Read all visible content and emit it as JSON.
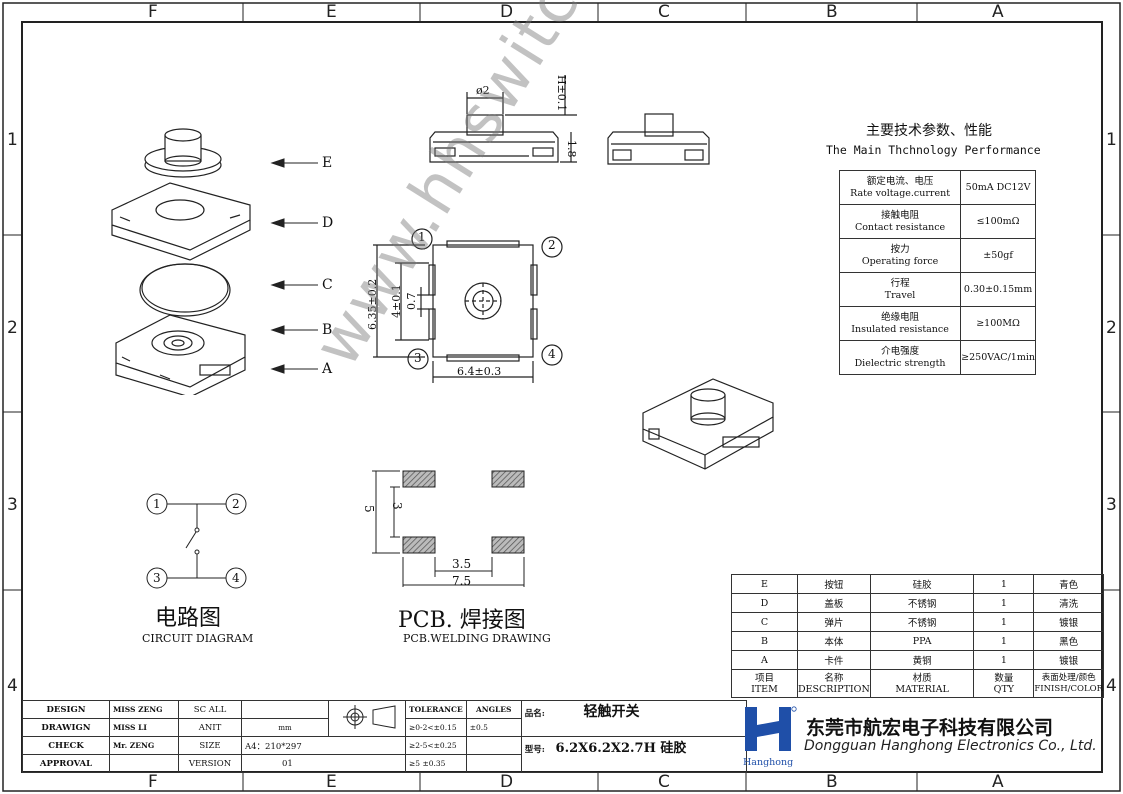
{
  "border": {
    "columns": [
      "F",
      "E",
      "D",
      "C",
      "B",
      "A"
    ],
    "rows": [
      "1",
      "2",
      "3",
      "4"
    ]
  },
  "exploded_view": {
    "labels": [
      "E",
      "D",
      "C",
      "B",
      "A"
    ]
  },
  "top_views": {
    "dia_label": "ø2",
    "height_label": "H±0.1",
    "base_height_label": "1.8"
  },
  "footprint_view": {
    "pin_labels": [
      "1",
      "2",
      "3",
      "4"
    ],
    "height_outer": "6.35±0.2",
    "height_inner": "4±0.1",
    "gap": "0.7",
    "width": "6.4±0.3"
  },
  "pcb": {
    "dim_5": "5",
    "dim_3": "3",
    "dim_35": "3.5",
    "dim_75": "7.5",
    "title_cn": "PCB. 焊接图",
    "title_en": "PCB.WELDING DRAWING"
  },
  "circuit": {
    "pins": [
      "1",
      "2",
      "3",
      "4"
    ],
    "title_cn": "电路图",
    "title_en": "CIRCUIT DIAGRAM"
  },
  "watermark": "www.hhswitch.com",
  "spec": {
    "title_cn": "主要技术参数、性能",
    "title_en": "The Main Thchnology Performance",
    "rows": [
      {
        "cn": "额定电流、电压",
        "en": "Rate voltage.current",
        "value": "50mA DC12V"
      },
      {
        "cn": "接触电阻",
        "en": "Contact resistance",
        "value": "≤100mΩ"
      },
      {
        "cn": "按力",
        "en": "Operating force",
        "value": "±50gf"
      },
      {
        "cn": "行程",
        "en": "Travel",
        "value": "0.30±0.15mm"
      },
      {
        "cn": "绝缘电阻",
        "en": "Insulated resistance",
        "value": "≥100MΩ"
      },
      {
        "cn": "介电强度",
        "en": "Dielectric strength",
        "value": "≥250VAC/1min"
      }
    ]
  },
  "bom": {
    "rows": [
      {
        "item": "E",
        "desc": "按钮",
        "material": "硅胶",
        "qty": "1",
        "finish": "青色"
      },
      {
        "item": "D",
        "desc": "盖板",
        "material": "不锈钢",
        "qty": "1",
        "finish": "清洗"
      },
      {
        "item": "C",
        "desc": "弹片",
        "material": "不锈钢",
        "qty": "1",
        "finish": "镀银"
      },
      {
        "item": "B",
        "desc": "本体",
        "material": "PPA",
        "qty": "1",
        "finish": "黑色"
      },
      {
        "item": "A",
        "desc": "卡件",
        "material": "黄铜",
        "qty": "1",
        "finish": "镀银"
      }
    ],
    "header": {
      "item_cn": "项目",
      "item_en": "ITEM",
      "desc_cn": "名称",
      "desc_en": "DESCRIPTION",
      "material_cn": "材质",
      "material_en": "MATERIAL",
      "qty_cn": "数量",
      "qty_en": "QTY",
      "finish_cn": "表面处理/颜色",
      "finish_en": "FINISH/COLOR"
    }
  },
  "title_block": {
    "design_label": "DESIGN",
    "design_name": "MISS ZENG",
    "drawing_label": "DRAWIGN",
    "drawing_name": "MISS LI",
    "check_label": "CHECK",
    "check_name": "Mr. ZENG",
    "approval_label": "APPROVAL",
    "scale_label": "SC ALL",
    "unit_label": "ANIT",
    "unit_value": "mm",
    "size_label": "SIZE",
    "size_value": "A4：210*297",
    "version_label": "VERSION",
    "version_value": "01",
    "tolerance_label": "TOLERANCE",
    "angles_label": "ANGLES",
    "tol1": "≥0-2<±0.15",
    "tol2": "≥2-5<±0.25",
    "tol3": "≥5  ±0.35",
    "angle": "±0.5",
    "product_label": "品名:",
    "product_name": "轻触开关",
    "model_label": "型号:",
    "model_value": "6.2X6.2X2.7H 硅胶",
    "company_cn": "东莞市航宏电子科技有限公司",
    "company_en": "Dongguan Hanghong Electronics Co., Ltd.",
    "logo_text": "Hanghong"
  },
  "colors": {
    "logo_blue": "#1f4fa8",
    "line": "#222222"
  }
}
